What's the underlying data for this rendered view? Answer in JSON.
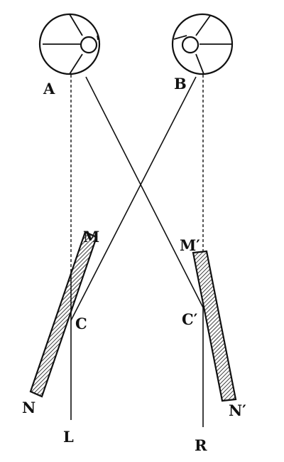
{
  "labels": {
    "A": "A",
    "B": "B",
    "M": "M",
    "C": "C",
    "N": "N",
    "L": "L",
    "M_prime": "M′",
    "C_prime": "C′",
    "N_prime": "N′",
    "R": "R"
  },
  "colors": {
    "ink": "#111111",
    "paper": "#ffffff"
  }
}
